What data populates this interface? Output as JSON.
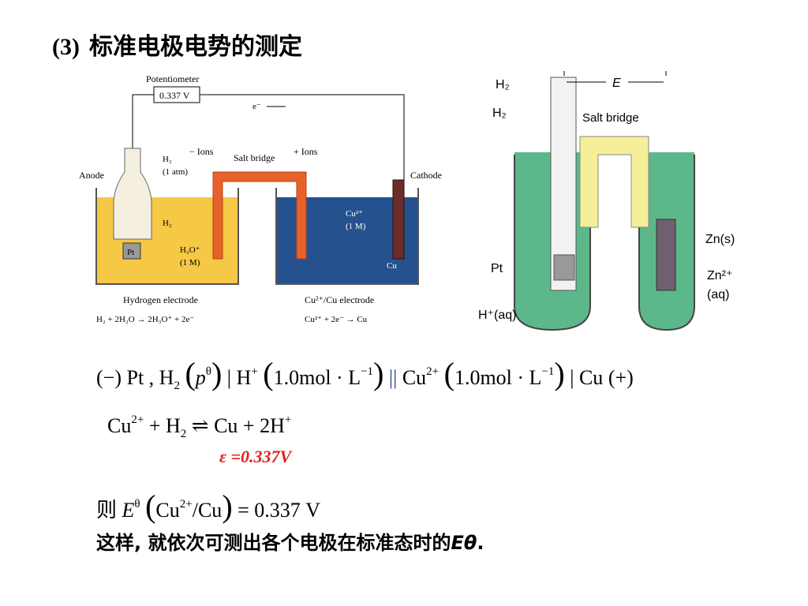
{
  "title": {
    "number": "(3)",
    "text": "标准电极电势的测定"
  },
  "left_diagram": {
    "potentiometer": "Potentiometer",
    "reading": "0.337 V",
    "electron": "e⁻",
    "anode": "Anode",
    "cathode": "Cathode",
    "h2": "H₂",
    "h2_pressure": "(1 atm)",
    "minus_ions": "− Ions",
    "plus_ions": "+ Ions",
    "salt_bridge": "Salt bridge",
    "h2_bubble": "H₂",
    "pt": "Pt",
    "h3o": "H₃O⁺",
    "h3o_conc": "(1 M)",
    "cu_ion": "Cu²⁺",
    "cu_conc": "(1 M)",
    "cu": "Cu",
    "hydrogen_electrode": "Hydrogen electrode",
    "hydrogen_reaction": "H₂ + 2H₂O → 2H₃O⁺ + 2e⁻",
    "cu_electrode": "Cu²⁺/Cu electrode",
    "cu_reaction": "Cu²⁺ + 2e⁻ → Cu"
  },
  "right_diagram": {
    "h2_out": "H₂",
    "h2_in": "H₂",
    "e_label": "E",
    "salt_bridge": "Salt bridge",
    "pt": "Pt",
    "h_aq": "H⁺(aq)",
    "zn_s": "Zn(s)",
    "zn_ion": "Zn²⁺",
    "zn_aq": "(aq)"
  },
  "cell_notation": {
    "neg": "(−) Pt ,",
    "h2": "H",
    "h2_sub": "2",
    "p": "p",
    "p_sup": "θ",
    "h": "H",
    "h_sup": "+",
    "conc1": "1.0mol · L",
    "conc1_sup": "−1",
    "cu": "Cu",
    "cu_sup": "2+",
    "conc2": "1.0mol · L",
    "conc2_sup": "−1",
    "cu_end": "Cu",
    "pos": "(+)"
  },
  "reaction": {
    "cu": "Cu",
    "cu_sup": "2+",
    "plus": "+",
    "h2": "H",
    "h2_sub": "2",
    "product": "Cu + 2H",
    "product_sup": "+"
  },
  "emf": "ε =0.337V",
  "standard_potential": {
    "prefix": "则",
    "e": "E",
    "e_sup": "θ",
    "couple": "Cu",
    "couple_sup": "2+",
    "couple_tail": "/Cu",
    "value": "= 0.337 V"
  },
  "conclusion": {
    "text": "这样, 就依次可测出各个电极在标准态时的",
    "symbol": "Eθ",
    "end": "."
  },
  "colors": {
    "yellow_solution": "#f5c845",
    "blue_solution": "#25528f",
    "salt_bridge_orange": "#e8612a",
    "green_solution": "#5cb88a",
    "salt_bridge_yellow": "#f5ef9a",
    "emf_red": "#e02020"
  }
}
